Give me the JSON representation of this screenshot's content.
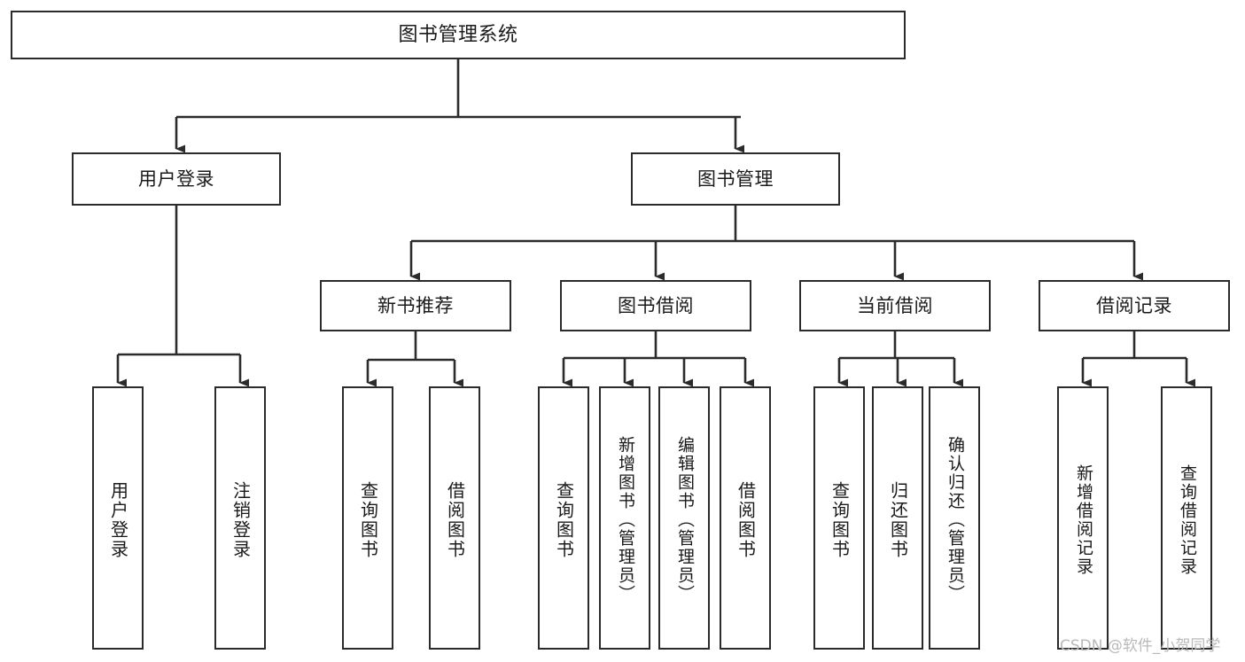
{
  "diagram": {
    "title": "图书管理系统",
    "type": "tree",
    "stroke_color": "#2b2b2b",
    "fill_color": "#ffffff",
    "text_color": "#1a1a1a"
  },
  "nodes": {
    "root": {
      "label": "图书管理系统"
    },
    "level1": [
      {
        "label": "用户登录"
      },
      {
        "label": "图书管理"
      }
    ],
    "level2": [
      {
        "label": "新书推荐"
      },
      {
        "label": "图书借阅"
      },
      {
        "label": "当前借阅"
      },
      {
        "label": "借阅记录"
      }
    ],
    "leaves_user_login": [
      {
        "label": "用户登录"
      },
      {
        "label": "注销登录"
      }
    ],
    "leaves_new_book": [
      {
        "label": "查询图书"
      },
      {
        "label": "借阅图书"
      }
    ],
    "leaves_borrow": [
      {
        "label": "查询图书"
      },
      {
        "label": "新增图书（管理员）"
      },
      {
        "label": "编辑图书（管理员）"
      },
      {
        "label": "借阅图书"
      }
    ],
    "leaves_current": [
      {
        "label": "查询图书"
      },
      {
        "label": "归还图书"
      },
      {
        "label": "确认归还（管理员）"
      }
    ],
    "leaves_record": [
      {
        "label": "新增借阅记录"
      },
      {
        "label": "查询借阅记录"
      }
    ]
  },
  "watermark": {
    "text": "CSDN @软件_小贺同学"
  }
}
